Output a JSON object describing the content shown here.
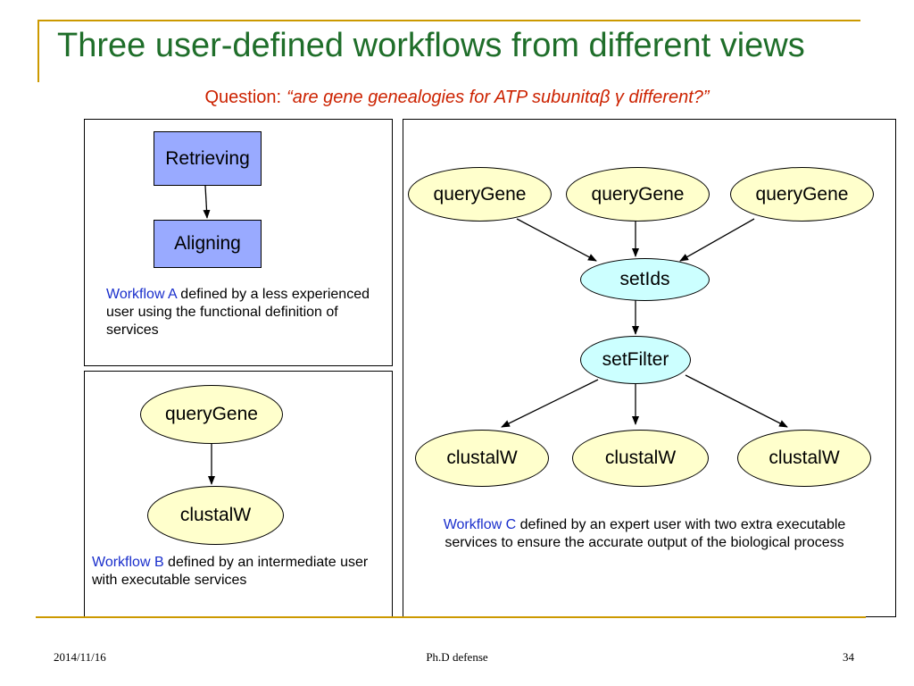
{
  "slide": {
    "title": "Three user-defined workflows from different views",
    "question_label": "Question:",
    "question_text": "“are gene genealogies for ATP subunitαβ γ different?”"
  },
  "workflow_a": {
    "nodes": [
      "Retrieving",
      "Aligning"
    ],
    "caption_name": "Workflow A",
    "caption_rest": " defined by a less experienced user using the functional definition of services"
  },
  "workflow_b": {
    "nodes": [
      "queryGene",
      "clustalW"
    ],
    "caption_name": "Workflow B",
    "caption_rest": " defined by an intermediate user with executable services"
  },
  "workflow_c": {
    "query_nodes": [
      "queryGene",
      "queryGene",
      "queryGene"
    ],
    "set_ids": "setIds",
    "set_filter": "setFilter",
    "clustal_nodes": [
      "clustalW",
      "clustalW",
      "clustalW"
    ],
    "caption_name": "Workflow C",
    "caption_rest": " defined by an expert user with two extra executable services to ensure the accurate output of the biological process"
  },
  "footer": {
    "date": "2014/11/16",
    "center": "Ph.D defense",
    "page": "34"
  },
  "colors": {
    "title": "#1f6e2a",
    "question": "#cc2200",
    "workflow_label": "#1a2fcc",
    "rect_fill": "#99aaff",
    "ellipse_yellow": "#ffffcc",
    "ellipse_cyan": "#ccffff",
    "rule": "#cc9900"
  }
}
